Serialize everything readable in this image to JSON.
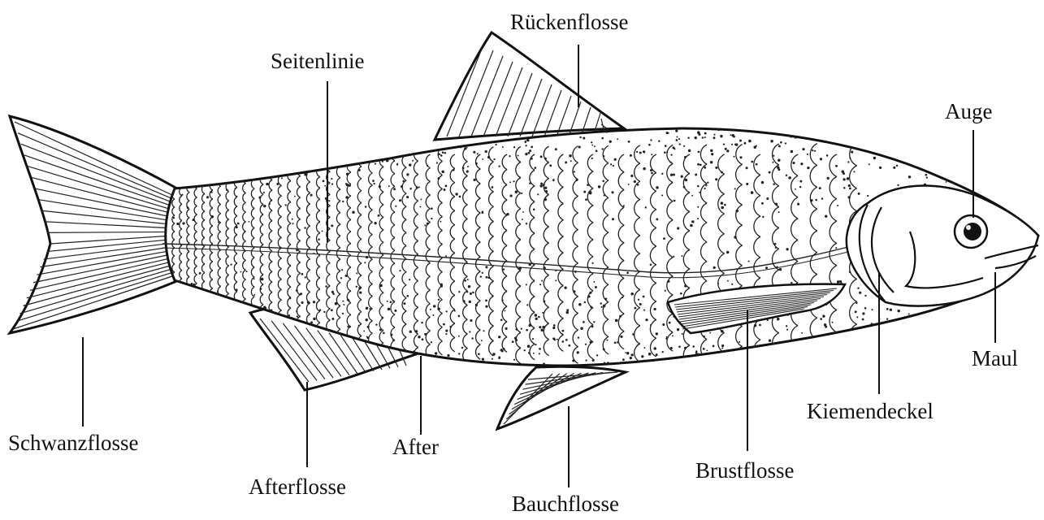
{
  "labels": {
    "rueckenflosse": "Rückenflosse",
    "seitenlinie": "Seitenlinie",
    "auge": "Auge",
    "maul": "Maul",
    "kiemendeckel": "Kiemendeckel",
    "brustflosse": "Brustflosse",
    "bauchflosse": "Bauchflosse",
    "after": "After",
    "afterflosse": "Afterflosse",
    "schwanzflosse": "Schwanzflosse"
  }
}
